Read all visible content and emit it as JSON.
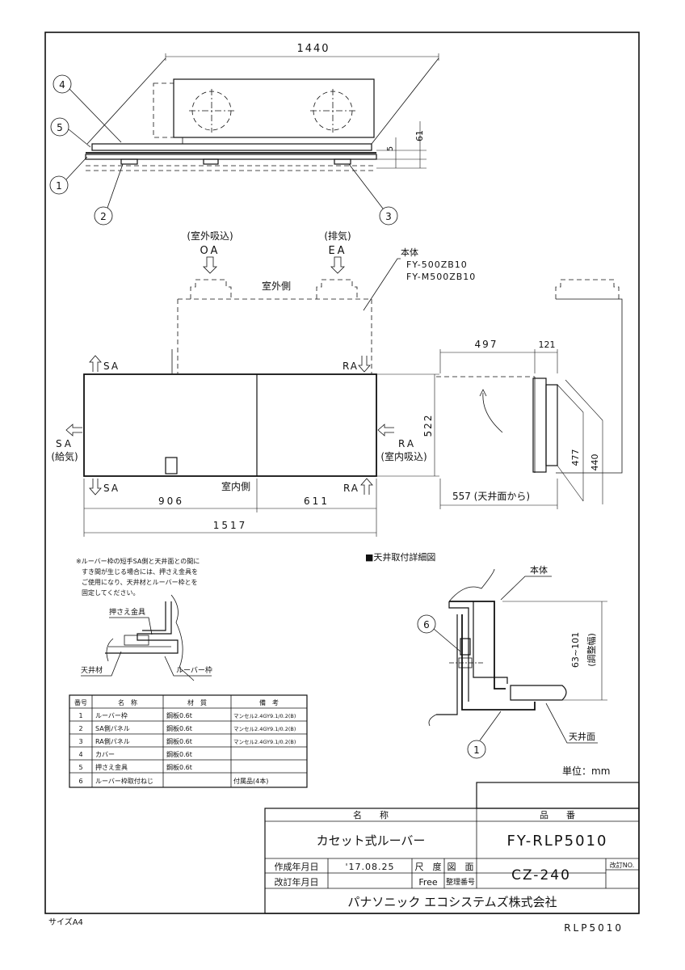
{
  "top_view": {
    "dim_1440": "1440",
    "dim_61": "61",
    "dim_5": "5",
    "balloons": [
      "4",
      "5",
      "1",
      "2",
      "3"
    ]
  },
  "front_view": {
    "oa_label_jp": "(室外吸込)",
    "oa_code": "OA",
    "ea_label_jp": "(排気)",
    "ea_code": "EA",
    "body_label": "本体",
    "body_model_1": "FY-500ZB10",
    "body_model_2": "FY-M500ZB10",
    "outdoor_side": "室外側",
    "indoor_side": "室内側",
    "sa_top": "SA",
    "ra_top": "RA",
    "sa_left_code": "SA",
    "sa_left_jp": "(給気)",
    "ra_right_code": "RA",
    "ra_right_jp": "(室内吸込)",
    "sa_bottom": "SA",
    "ra_bottom": "RA",
    "dim_906": "906",
    "dim_611": "611",
    "dim_1517": "1517",
    "dim_522": "522"
  },
  "side_view": {
    "dim_497": "497",
    "dim_121": "121",
    "dim_477": "477",
    "dim_440": "440",
    "dim_557": "557 (天井面から)"
  },
  "note": {
    "lines": [
      "※ルーバー枠の短手SA側と天井面との間に",
      "すき間が生じる場合には、押さえ金具を",
      "ご使用になり、天井材とルーバー枠とを",
      "固定してください。"
    ],
    "label_bracket": "押さえ金具",
    "label_ceiling": "天井材",
    "label_louver": "ルーバー枠"
  },
  "detail": {
    "title": "■天井取付詳細図",
    "body_label": "本体",
    "dim_range": "63~101",
    "dim_adjust": "(調整幅)",
    "ceiling_label": "天井面",
    "balloon_6": "6",
    "balloon_1": "1"
  },
  "parts_table": {
    "headers": [
      "番号",
      "名　称",
      "材　質",
      "備　考"
    ],
    "rows": [
      [
        "1",
        "ルーバー枠",
        "鋼板0.6t",
        "マンセル2.4GY9.1/0.2(B)"
      ],
      [
        "2",
        "SA側パネル",
        "鋼板0.6t",
        "マンセル2.4GY9.1/0.2(B)"
      ],
      [
        "3",
        "RA側パネル",
        "鋼板0.6t",
        "マンセル2.4GY9.1/0.2(B)"
      ],
      [
        "4",
        "カバー",
        "鋼板0.6t",
        ""
      ],
      [
        "5",
        "押さえ金具",
        "鋼板0.6t",
        ""
      ],
      [
        "6",
        "ルーバー枠取付ねじ",
        "",
        "付属品(4本)"
      ]
    ]
  },
  "unit": "単位：mm",
  "title_block": {
    "name_header": "名　　称",
    "product_header": "品　　番",
    "name_value": "カセット式ルーバー",
    "product_value": "FY-RLP5010",
    "created_label": "作成年月日",
    "created_value": "'17.08.25",
    "revised_label": "改訂年月日",
    "scale_label": "尺　度",
    "scale_value": "Free",
    "drawing_label": "図　面",
    "control_label": "整理番号",
    "control_value": "CZ-240",
    "revision_label": "改訂NO.",
    "company": "パナソニック エコシステムズ株式会社"
  },
  "footer": {
    "size": "サイズA4",
    "code": "RLP5010"
  }
}
